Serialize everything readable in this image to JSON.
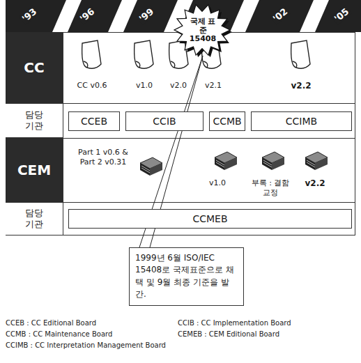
{
  "diagram": {
    "nodes": [
      {
        "text": [
          "CC"
        ]
      },
      {
        "text": [
          "담당 기관"
        ]
      },
      {
        "text": [
          "CEM"
        ]
      },
      {
        "text": [
          "담당 기관"
        ]
      },
      {
        "text": [
          "CCEB"
        ]
      },
      {
        "text": [
          "CCIB"
        ]
      },
      {
        "text": [
          "CCMB"
        ]
      },
      {
        "text": [
          "CCIMB"
        ]
      },
      {
        "text": [
          "CCMEB"
        ]
      },
      {
        "text": [
          "국제 표준 15408"
        ]
      },
      {
        "text": [
          "1999년 6월 ISO/IEC 15408로 국제표준으로 채택 및 9월 최종 기준을 발간."
        ]
      }
    ],
    "edges": [
      {
        "from": 10,
        "to": 9,
        "arrow": "none"
      }
    ],
    "labels": [
      "'93",
      "'96",
      "'99",
      "'02",
      "'05",
      "CC v0.6",
      "v1.0",
      "v2.0",
      "v2.1",
      "v2.2",
      "Part 1 v0.6 & Part 2 v0.31",
      "v1.0",
      "부록 : 결함교정",
      "v2.2",
      "CCEB : CC Editional Board",
      "CCIB : CC Implementation Board",
      "CCMB : CC Maintenance Board",
      "CEMEB : CEM Editional Board",
      "CCIMB : CC Interpretation Management Board"
    ]
  }
}
